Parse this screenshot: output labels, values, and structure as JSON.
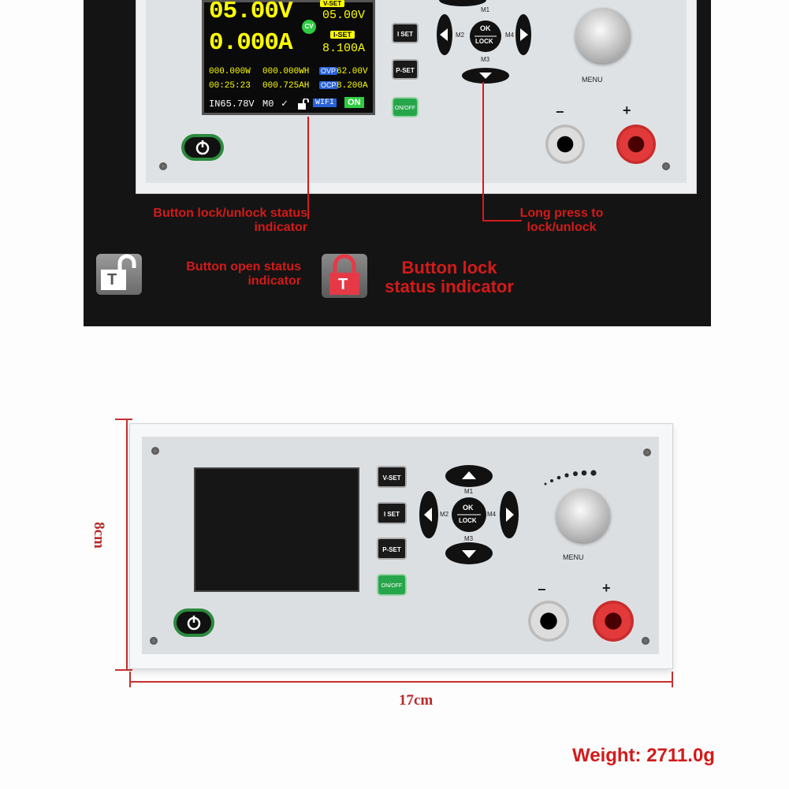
{
  "top_panel": {
    "screen": {
      "voltage": "05.00V",
      "current": "0.000A",
      "cv_badge": "CV",
      "vset_tag": "V-SET",
      "vset_value": "05.00V",
      "iset_tag": "I-SET",
      "iset_value": "8.100A",
      "power": "000.000W",
      "energy": "000.000WH",
      "time": "00:25:23",
      "charge": "000.725AH",
      "ovp_tag": "OVP",
      "ovp_value": "62.00V",
      "ocp_tag": "OCP",
      "ocp_value": "8.200A",
      "input": "IN65.78V",
      "memory": "M0",
      "check_mark": "✓",
      "wifi": "WIFI",
      "on": "ON"
    },
    "buttons": {
      "iset": "I SET",
      "pset": "P-SET",
      "onoff": "ON/OFF"
    },
    "dpad": {
      "m1": "M1",
      "m2": "M2",
      "m3": "M3",
      "m4": "M4",
      "ok": "OK",
      "lock": "LOCK"
    },
    "menu_label": "MENU",
    "minus": "−",
    "plus": "+",
    "annotations": {
      "lock_status_line1": "Button lock/unlock status",
      "lock_status_line2": "indicator",
      "long_press_line1": "Long press to",
      "long_press_line2": "lock/unlock",
      "open_status_line1": "Button open status",
      "open_status_line2": "indicator",
      "lock_indicator_line1": "Button lock",
      "lock_indicator_line2": "status indicator"
    },
    "icon_letter": "T"
  },
  "bottom_panel": {
    "buttons": {
      "vset": "V-SET",
      "iset": "I SET",
      "pset": "P-SET",
      "onoff": "ON/OFF"
    },
    "dpad": {
      "m1": "M1",
      "m2": "M2",
      "m3": "M3",
      "m4": "M4",
      "ok": "OK",
      "lock": "LOCK"
    },
    "menu_label": "MENU",
    "minus": "−",
    "plus": "+",
    "height_label": "8cm",
    "width_label": "17cm"
  },
  "weight": "Weight: 2711.0g",
  "colors": {
    "annotation_red": "#d31a1a",
    "lcd_yellow": "#ffff00",
    "green": "#26a64a"
  }
}
